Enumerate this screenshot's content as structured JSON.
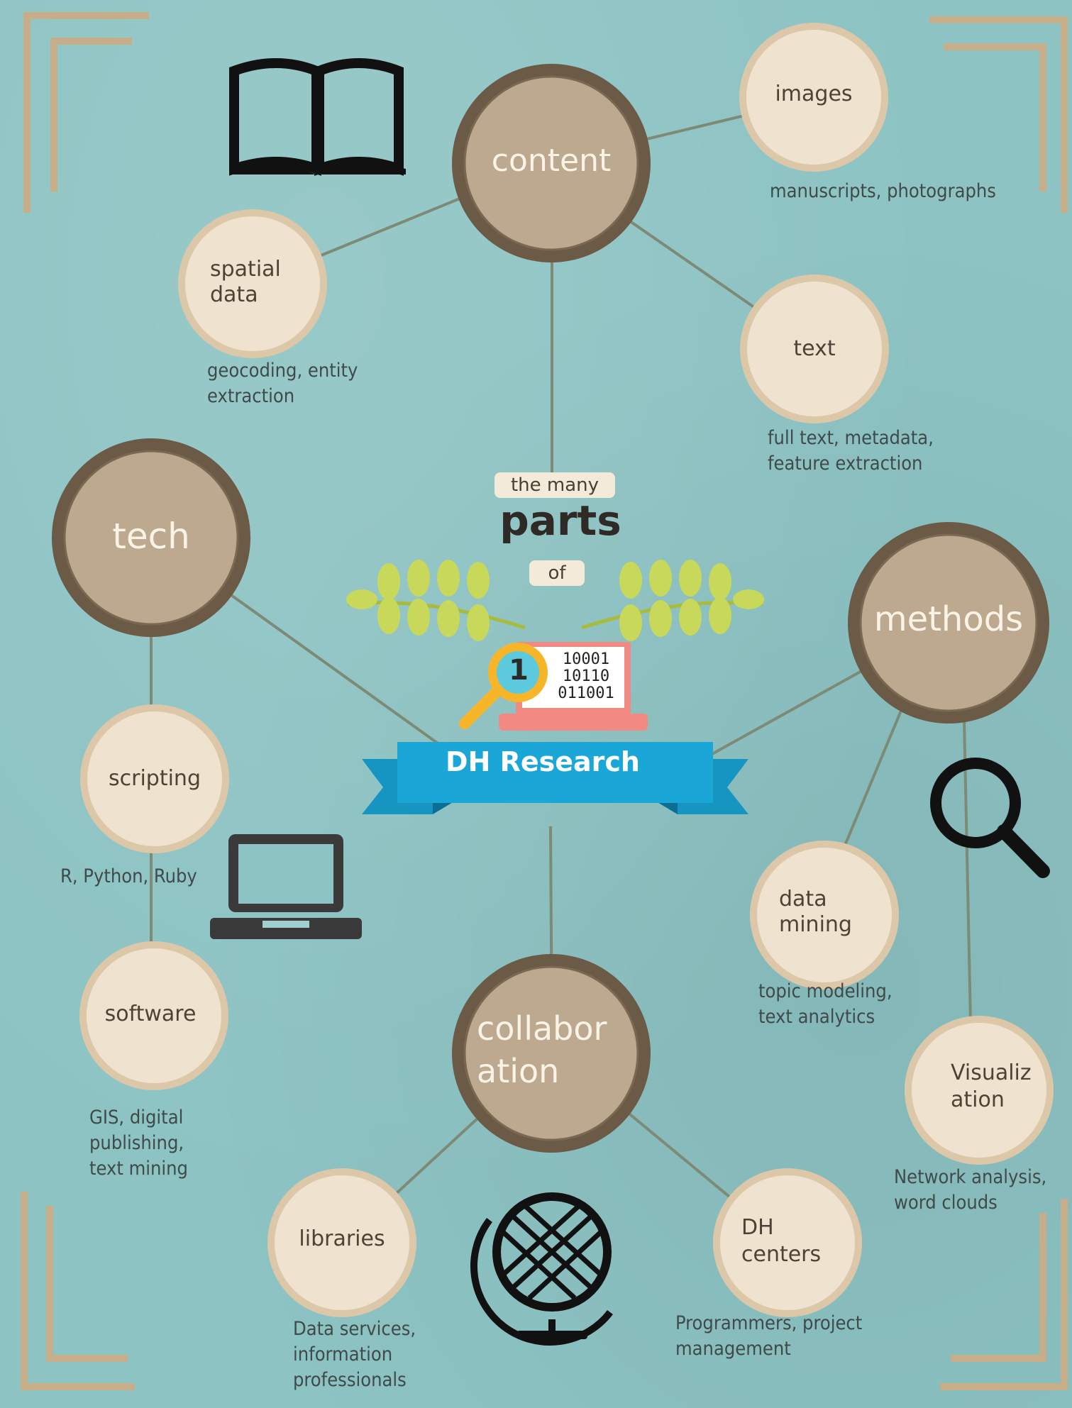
{
  "header": {
    "tag_top": "the many",
    "title": "parts",
    "tag_of": "of"
  },
  "banner": {
    "label": "DH Research"
  },
  "hubs": {
    "content": "content",
    "tech": "tech",
    "methods": "methods",
    "collaboration_line1": "collabor",
    "collaboration_line2": "ation"
  },
  "topics": {
    "images": {
      "label": "images",
      "desc": "manuscripts, photographs"
    },
    "spatial": {
      "label_line1": "spatial",
      "label_line2": "data",
      "desc_line1": "geocoding, entity",
      "desc_line2": "extraction"
    },
    "text": {
      "label": "text",
      "desc_line1": "full text, metadata,",
      "desc_line2": "feature extraction"
    },
    "scripting": {
      "label": "scripting",
      "desc": "R, Python, Ruby"
    },
    "software": {
      "label": "software",
      "desc_line1": "GIS, digital",
      "desc_line2": "publishing,",
      "desc_line3": "text mining"
    },
    "data_mining": {
      "label_line1": "data",
      "label_line2": "mining",
      "desc_line1": "topic modeling,",
      "desc_line2": "text analytics"
    },
    "visualization": {
      "label_line1": "Visualiz",
      "label_line2": "ation",
      "desc_line1": "Network analysis,",
      "desc_line2": "word clouds"
    },
    "libraries": {
      "label": "libraries",
      "desc_line1": "Data services,",
      "desc_line2": "information",
      "desc_line3": "professionals"
    },
    "dh_centers": {
      "label_line1": "DH",
      "label_line2": "centers",
      "desc_line1": "Programmers, project",
      "desc_line2": "management"
    }
  },
  "illustration": {
    "binary_line1": "10001",
    "binary_line2": "10110",
    "binary_line3": "011001",
    "badge": "1"
  },
  "colors": {
    "background": "#8dc3c3",
    "hub_fill": "#bca98f",
    "hub_ring": "#6b5a45",
    "topic_fill": "#efe3cf",
    "topic_ring": "#dcc8a8",
    "banner": "#1aa6d6",
    "leaf": "#c8d85a",
    "line": "#7d8a75"
  }
}
